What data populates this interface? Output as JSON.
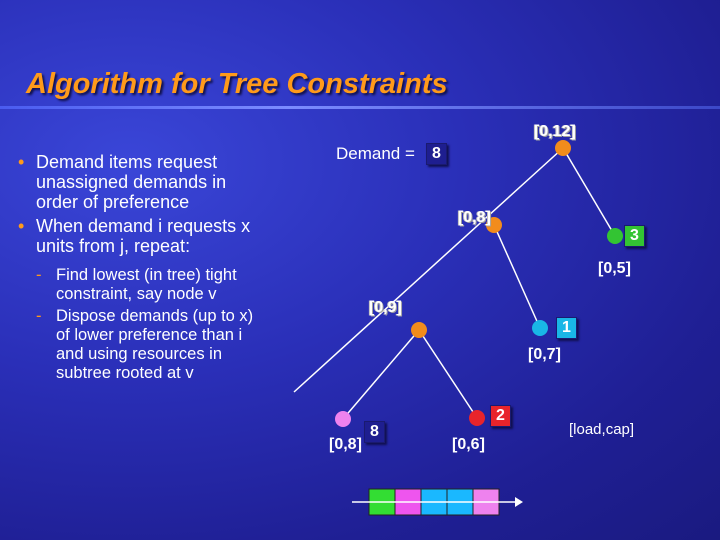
{
  "title": "Algorithm for Tree Constraints",
  "bullets": [
    {
      "text": "Demand items request unassigned demands in order of preference"
    },
    {
      "text": "When demand i requests x units from j, repeat:"
    }
  ],
  "sub_bullets": [
    {
      "text": "Find lowest (in tree) tight constraint, say node v"
    },
    {
      "text": "Dispose demands (up to x) of lower preference than i and using resources in subtree rooted at v"
    }
  ],
  "diagram": {
    "demand_label": "Demand =",
    "demand_value": "8",
    "root_label": "[0,12]",
    "node_a_label": "[0,8]",
    "node_b_label": "[0,9]",
    "leaf_pink_label": "[0,8]",
    "leaf_pink_value": "8",
    "leaf_red_label": "[0,6]",
    "leaf_red_value": "2",
    "leaf_cyan_label": "[0,7]",
    "leaf_cyan_value": "1",
    "leaf_green_label": "[0,5]",
    "leaf_green_value": "3",
    "legend": "[load,cap]",
    "colors": {
      "orange": "#f28c1c",
      "pink": "#ee82ee",
      "red": "#e8242b",
      "cyan": "#19b6e6",
      "green": "#33c433",
      "edge": "#ffffff"
    },
    "bar_segments": [
      "#33dd33",
      "#ee55ee",
      "#1ab8ff",
      "#1ab8ff",
      "#ee82ee"
    ]
  }
}
